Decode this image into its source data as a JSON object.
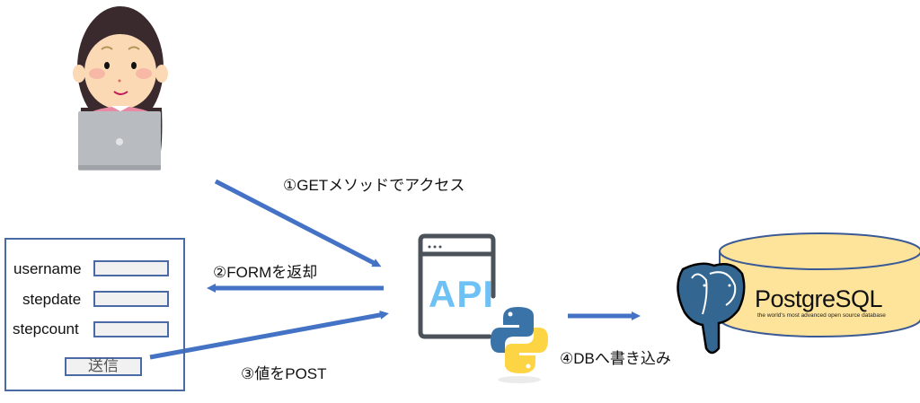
{
  "steps": {
    "step1": "①GETメソッドでアクセス",
    "step2": "②FORMを返却",
    "step3": "③値をPOST",
    "step4": "④DBへ書き込み"
  },
  "form": {
    "fields": [
      {
        "label": "username",
        "value": ""
      },
      {
        "label": "stepdate",
        "value": ""
      },
      {
        "label": "stepcount",
        "value": ""
      }
    ],
    "submit_label": "送信"
  },
  "api": {
    "label": "API",
    "icon": "browser-window-icon",
    "badge_icon": "python-logo-icon"
  },
  "database": {
    "name": "PostgreSQL",
    "tagline": "the world's most advanced open source database",
    "icon": "postgresql-elephant-icon"
  },
  "user": {
    "icon": "woman-with-laptop-icon"
  },
  "colors": {
    "arrow": "#4472c4",
    "form_border": "#4a6aa5",
    "api_text": "#6ec1f5",
    "db_fill": "#fde49a",
    "db_stroke": "#3b5a95",
    "pg_blue": "#336791"
  }
}
